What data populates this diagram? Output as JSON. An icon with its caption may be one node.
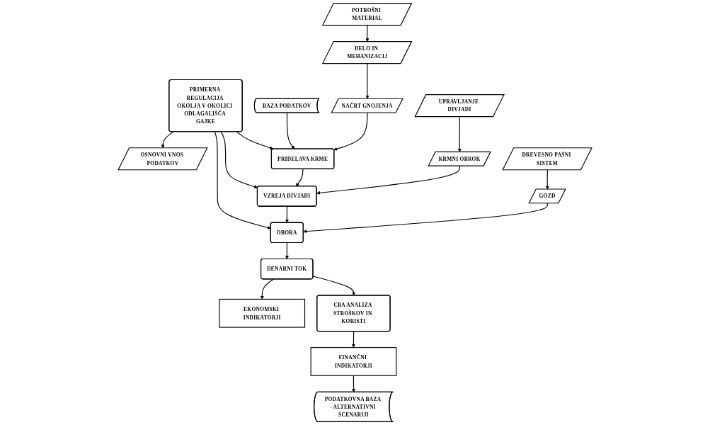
{
  "diagram": {
    "nodes": [
      {
        "text": [
          "PRIMERNA REGULACIJA OKOLJA V OKOLICI ODLAGALIŠČA GAJKE"
        ]
      },
      {
        "text": [
          "BAZA PODATKOV"
        ]
      },
      {
        "text": [
          "OSNOVNI VNOS PODATKOV"
        ]
      },
      {
        "text": [
          "PRIDELAVA KRME"
        ]
      },
      {
        "text": [
          "VZREJA DIVJADI"
        ]
      },
      {
        "text": [
          "OBORA"
        ]
      },
      {
        "text": [
          "EKONOMSKI INDIKATORJI"
        ]
      },
      {
        "text": [
          "DENARNI TOK"
        ]
      },
      {
        "text": [
          "NAČRT GNOJENJA"
        ]
      },
      {
        "text": [
          "KRMNI OBROK"
        ]
      },
      {
        "text": [
          "GOZD"
        ]
      },
      {
        "text": [
          "DELO IN MEHANIZACIJ"
        ]
      },
      {
        "text": [
          "UPRAVLJANJE DIVJADI"
        ]
      },
      {
        "text": [
          "DREVESNO PAŠNI SISTEM"
        ]
      },
      {
        "text": [
          "POTROŠNI MATERIAL"
        ]
      },
      {
        "text": [
          "CBA ANALIZA STROŠKOV IN KORISTI"
        ]
      },
      {
        "text": [
          "FINANČNI INDIKATORJI"
        ]
      },
      {
        "text": [
          "PODATKOVNA BAZA - ALTERNATIVNI SCENARIJI"
        ]
      }
    ],
    "edges": [
      {
        "from": 0,
        "to": 2,
        "arrow": "to"
      },
      {
        "from": 0,
        "to": 3,
        "arrow": "to"
      },
      {
        "from": 0,
        "to": 4,
        "arrow": "to"
      },
      {
        "from": 0,
        "to": 5,
        "arrow": "to"
      },
      {
        "from": 1,
        "to": 3,
        "arrow": "to"
      },
      {
        "from": 3,
        "to": 4,
        "arrow": "to"
      },
      {
        "from": 4,
        "to": 5,
        "arrow": "to"
      },
      {
        "from": 5,
        "to": 7,
        "arrow": "to"
      },
      {
        "from": 7,
        "to": 6,
        "arrow": "to"
      },
      {
        "from": 7,
        "to": 15,
        "arrow": "to"
      },
      {
        "from": 8,
        "to": 3,
        "arrow": "to"
      },
      {
        "from": 11,
        "to": 8,
        "arrow": "to"
      },
      {
        "from": 14,
        "to": 11,
        "arrow": "to"
      },
      {
        "from": 9,
        "to": 4,
        "arrow": "to"
      },
      {
        "from": 12,
        "to": 9,
        "arrow": "to"
      },
      {
        "from": 10,
        "to": 5,
        "arrow": "to"
      },
      {
        "from": 13,
        "to": 10,
        "arrow": "to"
      },
      {
        "from": 15,
        "to": 16,
        "arrow": "to"
      },
      {
        "from": 16,
        "to": 17,
        "arrow": "to"
      }
    ]
  }
}
